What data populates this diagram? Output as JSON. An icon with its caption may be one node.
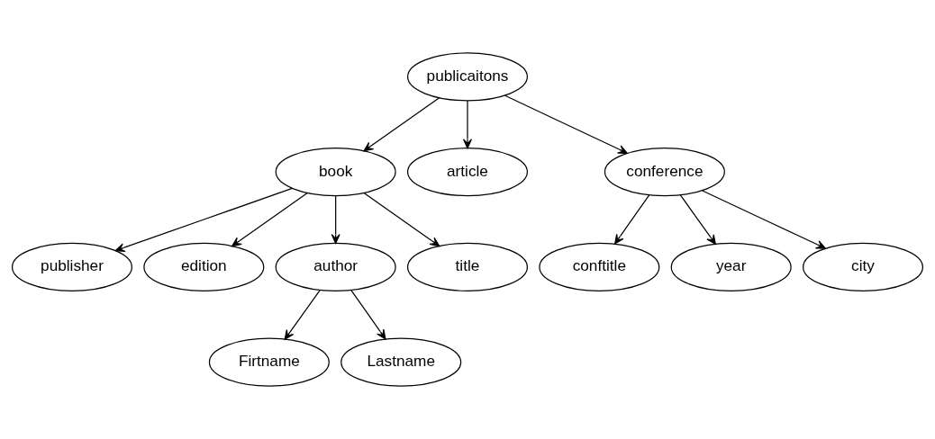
{
  "diagram": {
    "nodes": [
      {
        "text": [
          "publicaitons"
        ]
      },
      {
        "text": [
          "book"
        ]
      },
      {
        "text": [
          "article"
        ]
      },
      {
        "text": [
          "conference"
        ]
      },
      {
        "text": [
          "publisher"
        ]
      },
      {
        "text": [
          "edition"
        ]
      },
      {
        "text": [
          "author"
        ]
      },
      {
        "text": [
          "title"
        ]
      },
      {
        "text": [
          "conftitle"
        ]
      },
      {
        "text": [
          "year"
        ]
      },
      {
        "text": [
          "city"
        ]
      },
      {
        "text": [
          "Firtname"
        ]
      },
      {
        "text": [
          "Lastname"
        ]
      }
    ],
    "edges": [
      {
        "from": 0,
        "to": 1,
        "arrow": "to"
      },
      {
        "from": 0,
        "to": 2,
        "arrow": "to"
      },
      {
        "from": 0,
        "to": 3,
        "arrow": "to"
      },
      {
        "from": 1,
        "to": 4,
        "arrow": "to"
      },
      {
        "from": 1,
        "to": 5,
        "arrow": "to"
      },
      {
        "from": 1,
        "to": 6,
        "arrow": "to"
      },
      {
        "from": 1,
        "to": 7,
        "arrow": "to"
      },
      {
        "from": 3,
        "to": 8,
        "arrow": "to"
      },
      {
        "from": 3,
        "to": 9,
        "arrow": "to"
      },
      {
        "from": 3,
        "to": 10,
        "arrow": "to"
      },
      {
        "from": 6,
        "to": 11,
        "arrow": "to"
      },
      {
        "from": 6,
        "to": 12,
        "arrow": "to"
      }
    ]
  }
}
